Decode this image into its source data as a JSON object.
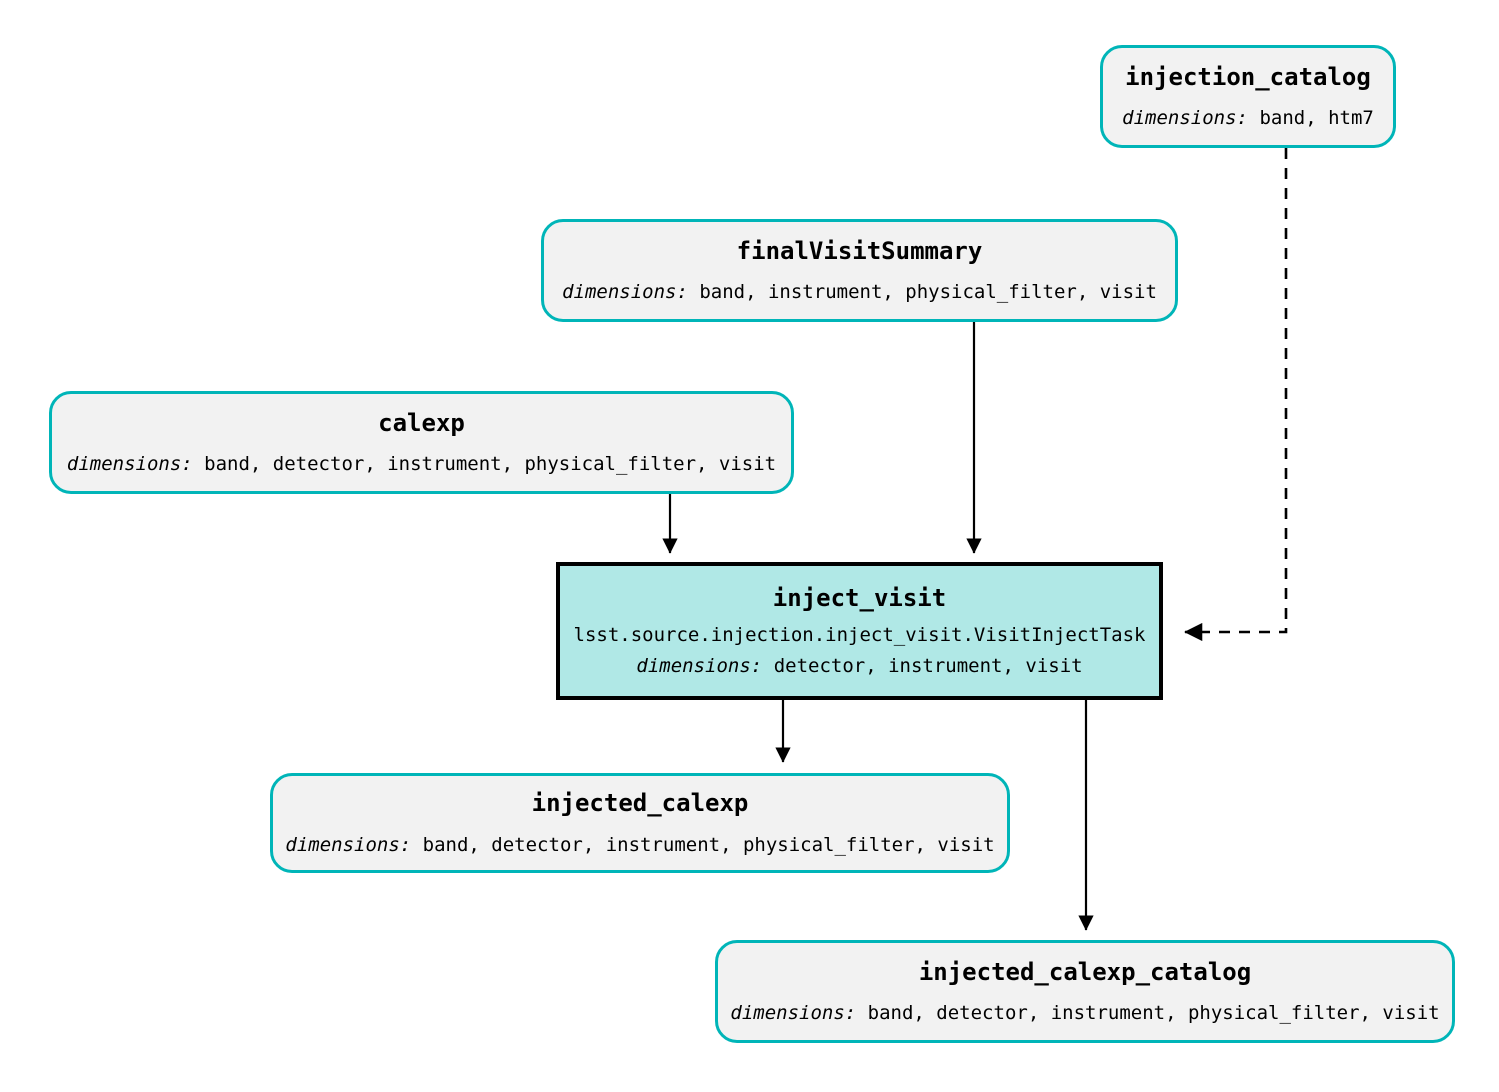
{
  "diagram": {
    "type": "pipeline-dag",
    "title": "",
    "colors": {
      "dataset_border": "#00b5b8",
      "dataset_fill": "#f2f2f2",
      "task_border": "#000000",
      "task_fill": "#b0e8e6",
      "edge": "#000000",
      "background": "#ffffff"
    },
    "dims_label": "dimensions:",
    "nodes": [
      {
        "id": "injection_catalog",
        "kind": "dataset",
        "title": "injection_catalog",
        "dims": "band, htm7"
      },
      {
        "id": "finalVisitSummary",
        "kind": "dataset",
        "title": "finalVisitSummary",
        "dims": "band, instrument, physical_filter, visit"
      },
      {
        "id": "calexp",
        "kind": "dataset",
        "title": "calexp",
        "dims": "band, detector, instrument, physical_filter, visit"
      },
      {
        "id": "inject_visit",
        "kind": "task",
        "title": "inject_visit",
        "subtitle": "lsst.source.injection.inject_visit.VisitInjectTask",
        "dims": "detector, instrument, visit"
      },
      {
        "id": "injected_calexp",
        "kind": "dataset",
        "title": "injected_calexp",
        "dims": "band, detector, instrument, physical_filter, visit"
      },
      {
        "id": "injected_calexp_catalog",
        "kind": "dataset",
        "title": "injected_calexp_catalog",
        "dims": "band, detector, instrument, physical_filter, visit"
      }
    ],
    "edges": [
      {
        "from": "calexp",
        "to": "inject_visit",
        "style": "solid"
      },
      {
        "from": "finalVisitSummary",
        "to": "inject_visit",
        "style": "solid"
      },
      {
        "from": "injection_catalog",
        "to": "inject_visit",
        "style": "dashed"
      },
      {
        "from": "inject_visit",
        "to": "injected_calexp",
        "style": "solid"
      },
      {
        "from": "inject_visit",
        "to": "injected_calexp_catalog",
        "style": "solid"
      }
    ]
  }
}
